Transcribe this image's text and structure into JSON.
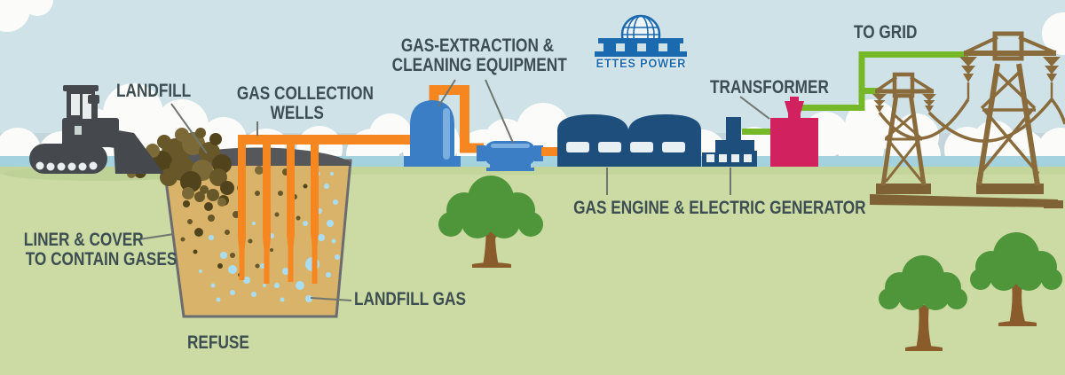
{
  "title": "Landfill gas to energy process diagram",
  "labels": {
    "landfill": "LANDFILL",
    "wells": [
      "GAS COLLECTION",
      "WELLS"
    ],
    "gas_extraction": [
      "GAS-EXTRACTION &",
      "CLEANING EQUIPMENT"
    ],
    "transformer": "TRANSFORMER",
    "to_grid": "TO GRID",
    "gas_engine": "GAS ENGINE & ELECTRIC GENERATOR",
    "liner": [
      "LINER & COVER",
      "TO CONTAIN GASES"
    ],
    "landfill_gas": "LANDFILL GAS",
    "refuse": "REFUSE"
  },
  "logo": {
    "name": "ETTES POWER"
  },
  "colors": {
    "sky": "#cfe2e8",
    "cloud": "#fbfcf9",
    "water_band": "#a5d2df",
    "ground": "#cbdba3",
    "pipe_orange": "#f6861f",
    "equipment_blue": "#3c7ec6",
    "building_navy": "#1d4e7c",
    "transformer_magenta": "#d2215f",
    "wire_green": "#77b829",
    "tower_brown": "#8a6b3c",
    "refuse_sand": "#d8b369",
    "label_text": "#3d4e52",
    "logo_blue": "#1b69ae"
  }
}
